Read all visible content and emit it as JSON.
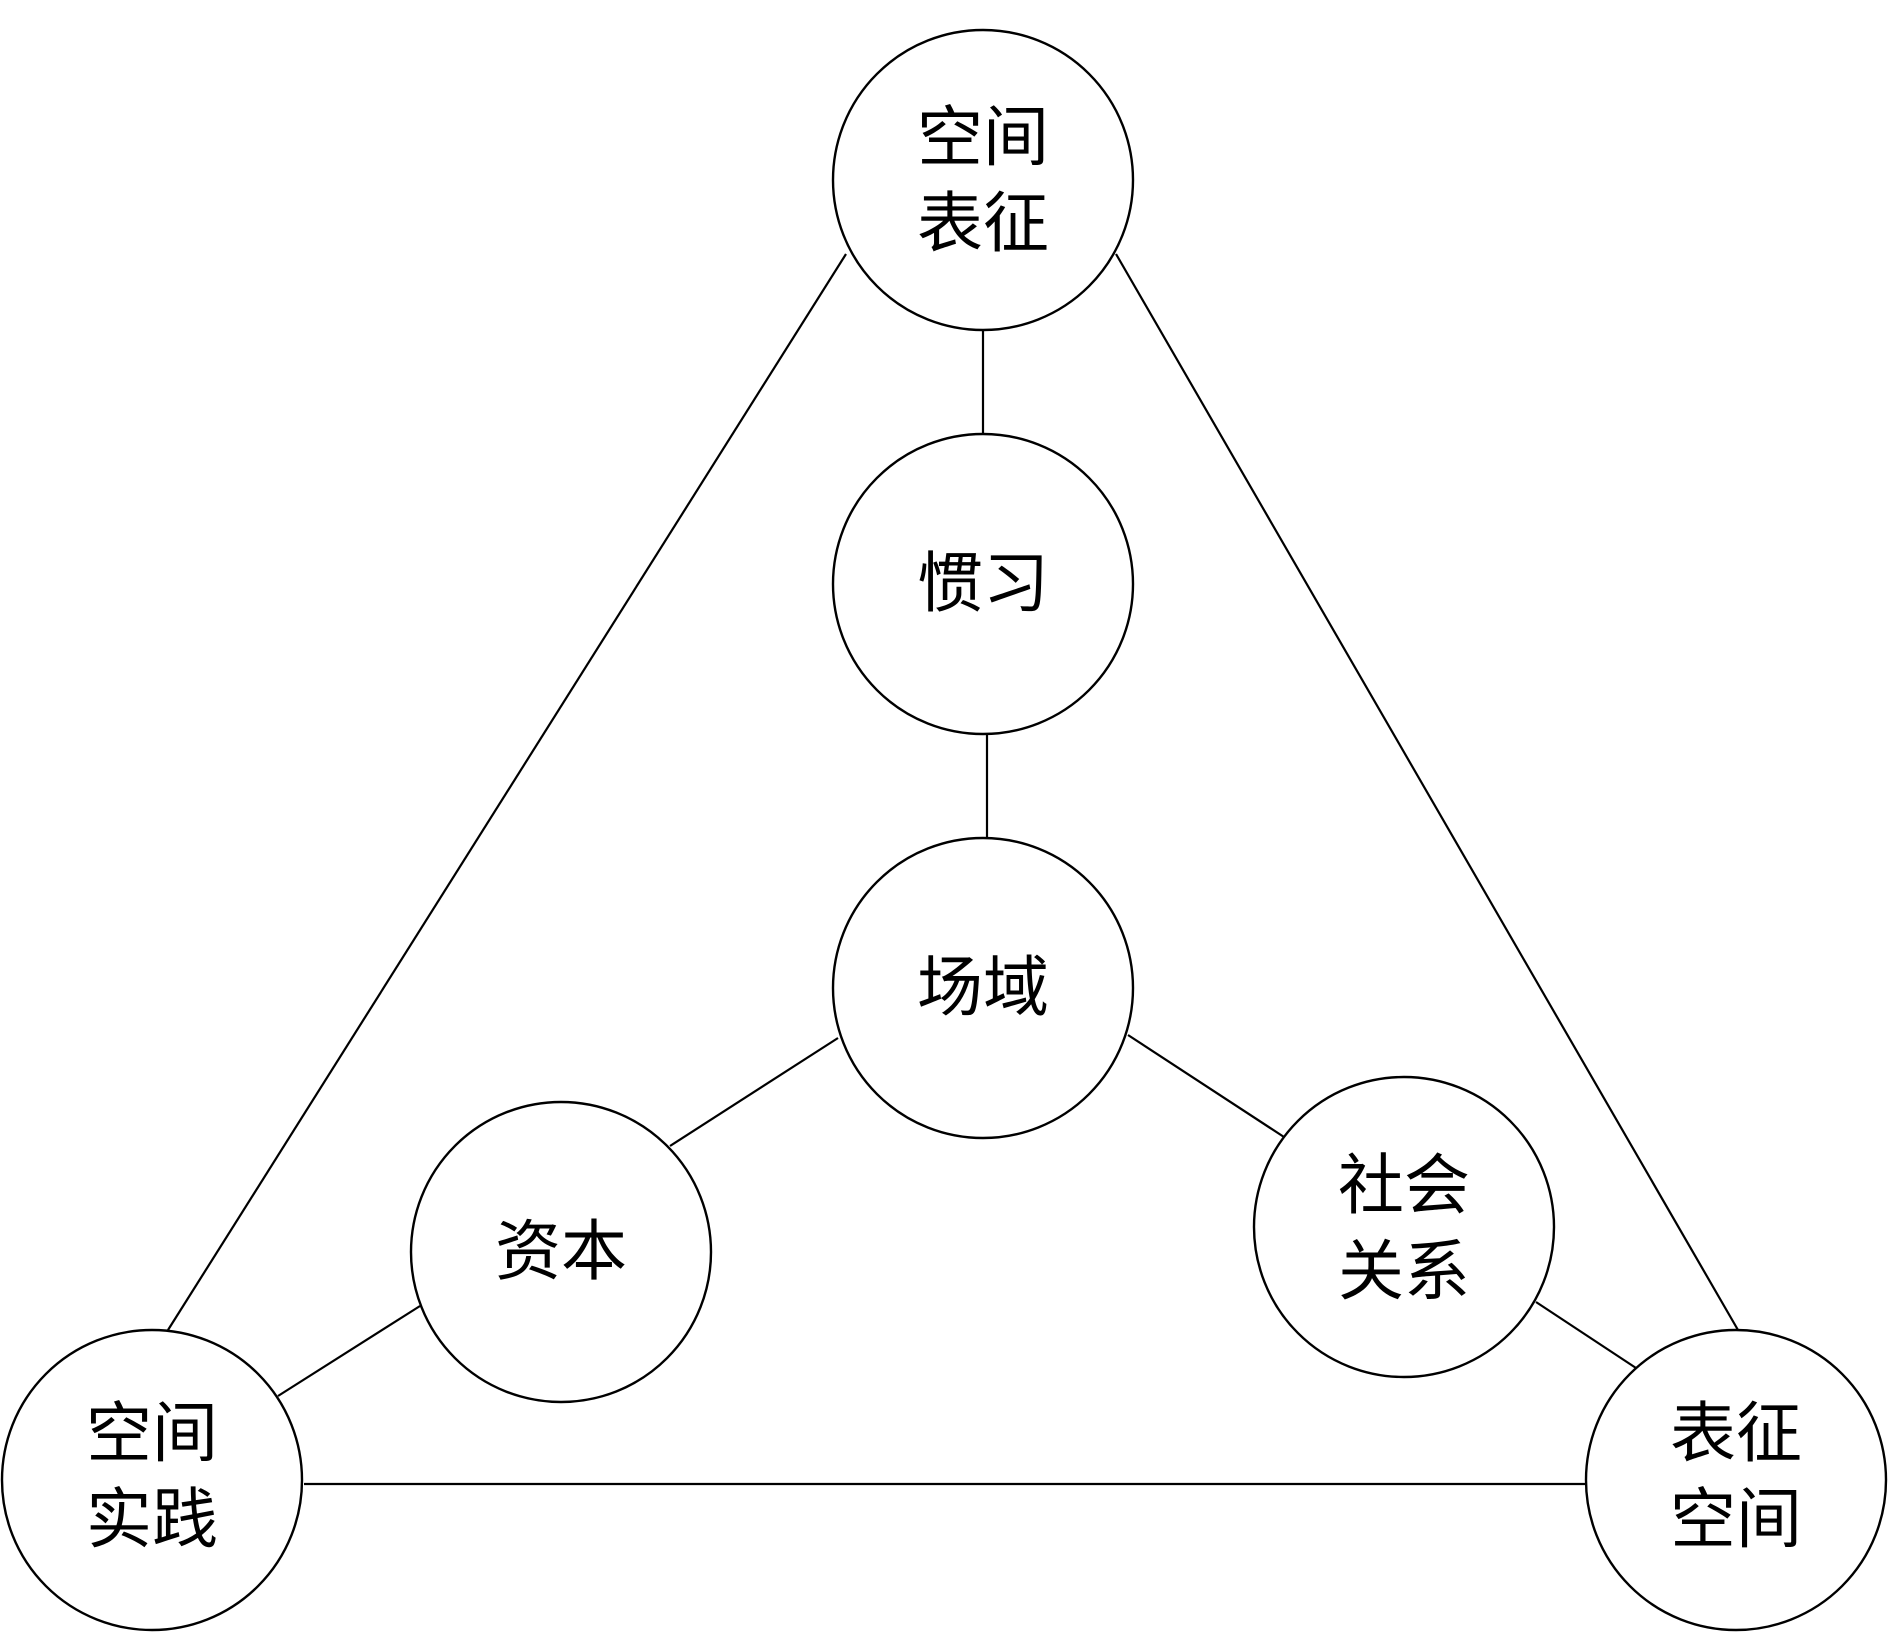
{
  "nodes": {
    "representations_of_space": {
      "lines": [
        "空间",
        "表征"
      ]
    },
    "habitus": {
      "lines": [
        "惯习"
      ]
    },
    "field": {
      "lines": [
        "场域"
      ]
    },
    "capital": {
      "lines": [
        "资本"
      ]
    },
    "social_relations": {
      "lines": [
        "社会",
        "关系"
      ]
    },
    "spatial_practice": {
      "lines": [
        "空间",
        "实践"
      ]
    },
    "representational_space": {
      "lines": [
        "表征",
        "空间"
      ]
    }
  },
  "colors": {
    "stroke": "#000000",
    "fill": "#ffffff",
    "text": "#000000"
  }
}
